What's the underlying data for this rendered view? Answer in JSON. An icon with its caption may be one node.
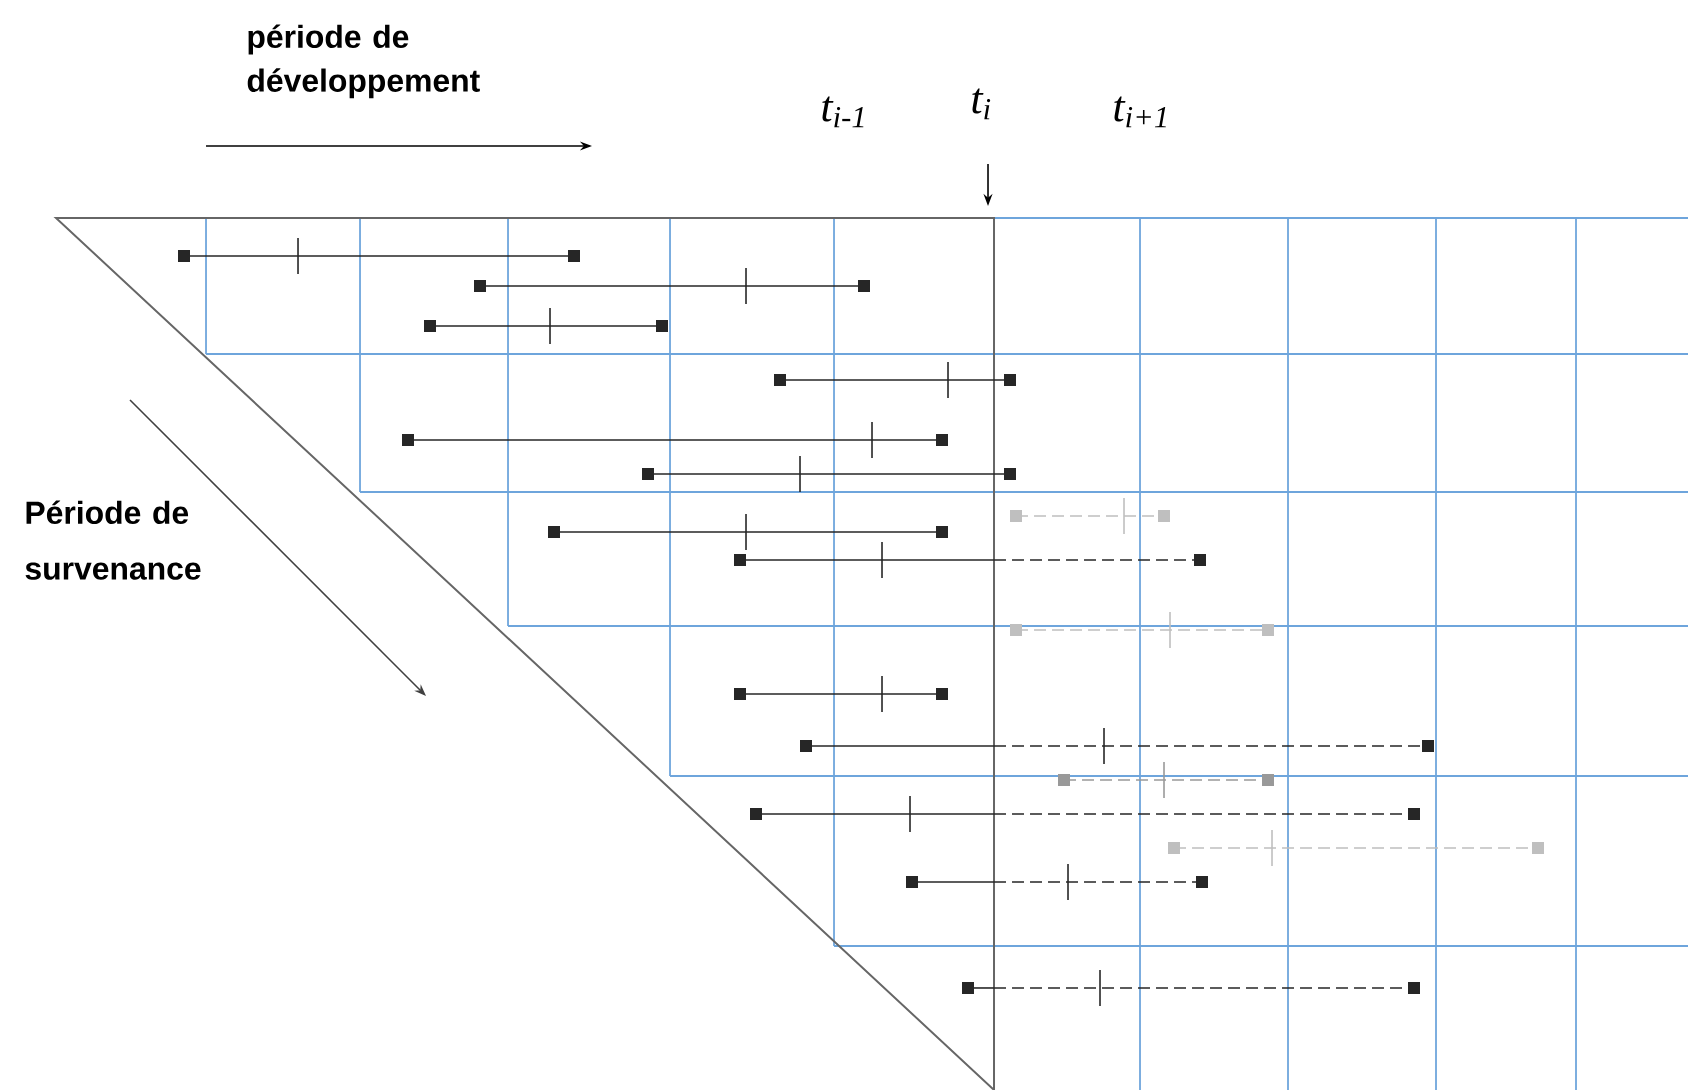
{
  "diagram": {
    "labels": [
      "période de développement",
      "Période de survenance",
      "t$_{i-1}$",
      "t$_{i}$",
      "t$_{i+1}$"
    ]
  }
}
